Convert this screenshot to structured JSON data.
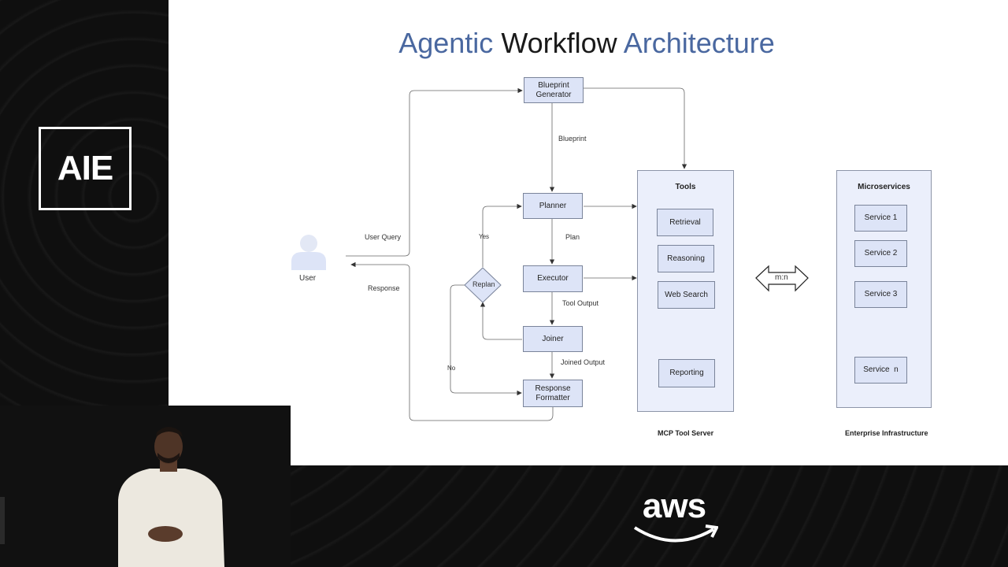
{
  "logo": {
    "text": "AIE"
  },
  "slide": {
    "title_part1": "Agentic",
    "title_part2": "Workflow",
    "title_part3": "Architecture"
  },
  "diagram": {
    "user": {
      "label": "User"
    },
    "edges": {
      "user_query": "User Query",
      "response": "Response",
      "blueprint": "Blueprint",
      "plan": "Plan",
      "tool_output": "Tool Output",
      "joined_output": "Joined Output",
      "yes": "Yes",
      "no": "No"
    },
    "nodes": {
      "blueprint_generator": "Blueprint Generator",
      "planner": "Planner",
      "executor": "Executor",
      "replan": "Replan",
      "joiner": "Joiner",
      "response_formatter": "Response Formatter"
    },
    "tools": {
      "title": "Tools",
      "items": [
        "Retrieval",
        "Reasoning",
        "Web Search",
        "Reporting"
      ],
      "caption": "MCP Tool Server"
    },
    "mapping": {
      "label": "m:n"
    },
    "microservices": {
      "title": "Microservices",
      "items": [
        "Service 1",
        "Service 2",
        "Service 3",
        "Service  n"
      ],
      "caption": "Enterprise Infrastructure"
    }
  },
  "branding": {
    "aws": "aws"
  }
}
